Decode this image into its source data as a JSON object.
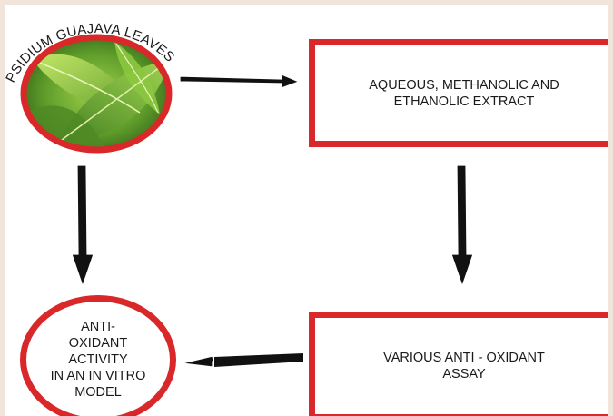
{
  "nodes": {
    "leaves_title": "PSIDIUM GUAJAVA LEAVES",
    "extract": "AQUEOUS, METHANOLIC AND\nETHANOLIC EXTRACT",
    "assay": "VARIOUS ANTI - OXIDANT\nASSAY",
    "activity": "ANTI-\nOXIDANT\nACTIVITY\nIN AN IN VITRO\nMODEL"
  },
  "colors": {
    "border_red": "#d8282a",
    "arrow": "#111111",
    "leaf_green": "#6aa52c",
    "background": "#f1e4da"
  },
  "icons": {
    "leaves_photo": "guava-leaves-photo"
  }
}
